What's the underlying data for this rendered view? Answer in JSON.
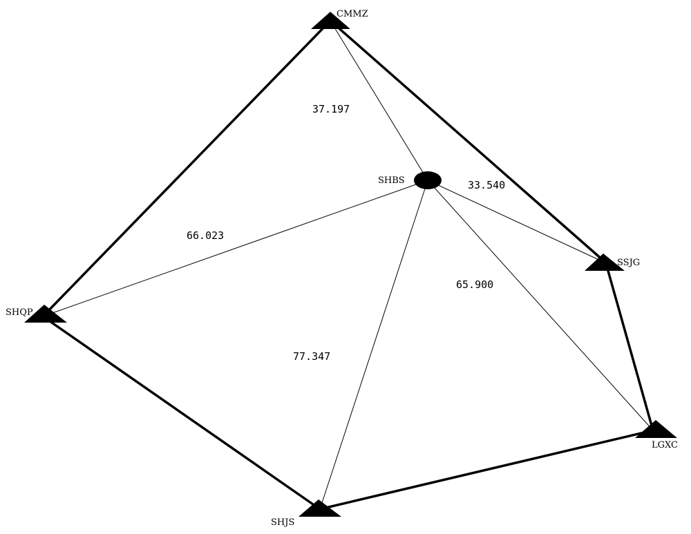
{
  "stations": {
    "cmmz": "CMMZ",
    "shbs": "SHBS",
    "ssjg": "SSJG",
    "shqp": "SHQP",
    "lgxc": "LGXC",
    "shjs": "SHJS"
  },
  "baselines": {
    "shbs_cmmz": "37.197",
    "shbs_ssjg": "33.540",
    "shbs_shqp": "66.023",
    "shbs_lgxc": "65.900",
    "shbs_shjs": "77.347"
  },
  "icons": {
    "control_station": "triangle-marker-icon",
    "center_station": "circle-marker-icon"
  },
  "colors": {
    "lines": "#000000",
    "background": "#ffffff"
  }
}
